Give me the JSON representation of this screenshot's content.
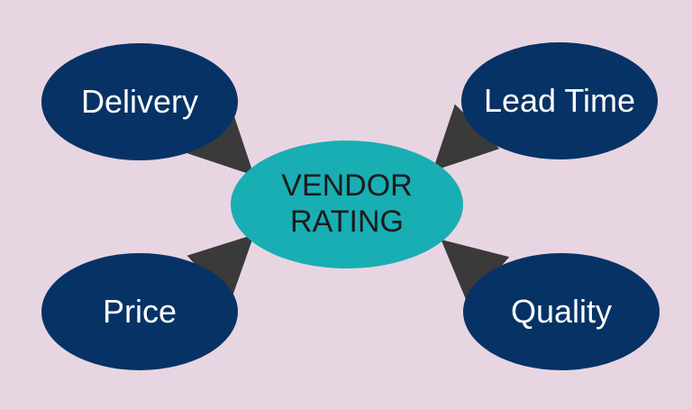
{
  "diagram": {
    "center": {
      "line1": "VENDOR",
      "line2": "RATING"
    },
    "nodes": {
      "delivery": "Delivery",
      "lead_time": "Lead Time",
      "price": "Price",
      "quality": "Quality"
    }
  },
  "colors": {
    "background": "#e8d5e2",
    "outer_node": "#073265",
    "center_node": "#18aeb3",
    "arrow": "#3a3a3a",
    "outer_text": "#ffffff",
    "center_text": "#1b1b1b"
  }
}
